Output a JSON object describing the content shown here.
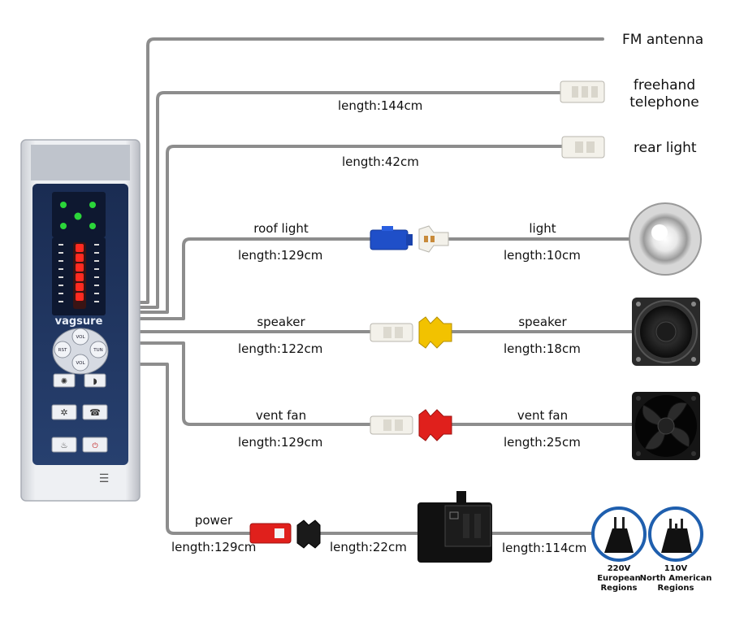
{
  "labels": {
    "fm_antenna": "FM antenna",
    "freehand_telephone": "freehand\ntelephone",
    "rear_light": "rear light",
    "roof_light": "roof light",
    "light": "light",
    "speaker_left": "speaker",
    "speaker_right": "speaker",
    "vent_fan_left": "vent fan",
    "vent_fan_right": "vent fan",
    "power": "power"
  },
  "lengths": {
    "telephone": "length:144cm",
    "rear_light": "length:42cm",
    "roof_light": "length:129cm",
    "light": "length:10cm",
    "speaker_left": "length:122cm",
    "speaker_right": "length:18cm",
    "vent_fan_left": "length:129cm",
    "vent_fan_right": "length:25cm",
    "power_left": "length:129cm",
    "power_mid": "length:22cm",
    "power_right": "length:114cm"
  },
  "panel": {
    "brand": "vagsure",
    "btn_vol_up": "VOL",
    "btn_rst": "RST",
    "btn_tun": "TUN",
    "btn_vol_down": "VOL"
  },
  "plugs": {
    "eu_voltage": "220V",
    "eu_region": "European\nRegions",
    "na_voltage": "110V",
    "na_region": "North American\nRegions"
  },
  "colors": {
    "wire": "#888888",
    "panel_face": "#1f3560",
    "connector_blue": "#1f4fc8",
    "connector_yellow": "#f2c200",
    "connector_red": "#e0201c",
    "led_green": "#2bd63a",
    "led_red": "#ff2a20"
  }
}
